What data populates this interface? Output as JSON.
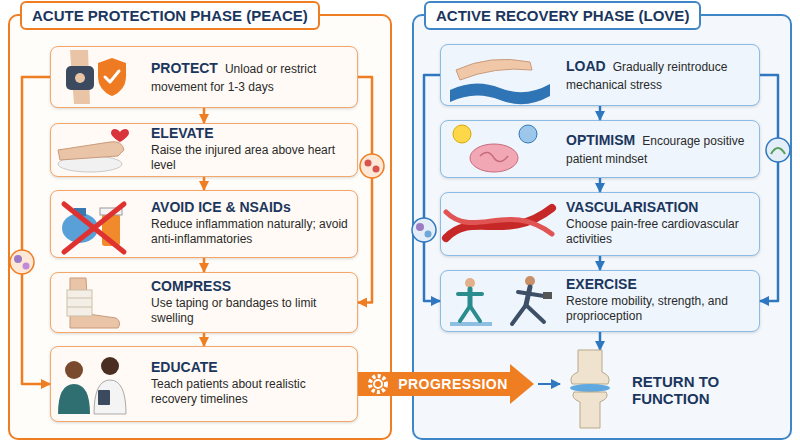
{
  "diagram": {
    "nodes": [
      {
        "text": [
          "ACUTE PROTECTION PHASE (PEACE)"
        ]
      },
      {
        "text": [
          "PROTECT",
          "Unload or restrict movement for 1-3 days"
        ],
        "in": 0
      },
      {
        "text": [
          "ELEVATE",
          "Raise the injured area above heart level"
        ],
        "in": 0
      },
      {
        "text": [
          "AVOID ICE & NSAIDs",
          "Reduce inflammation naturally; avoid anti-inflammatories"
        ],
        "in": 0
      },
      {
        "text": [
          "COMPRESS",
          "Use taping or bandages to limit swelling"
        ],
        "in": 0
      },
      {
        "text": [
          "EDUCATE",
          "Teach patients about realistic recovery timelines"
        ],
        "in": 0
      },
      {
        "text": [
          "ACTIVE RECOVERY PHASE (LOVE)"
        ]
      },
      {
        "text": [
          "LOAD",
          "Gradually reintroduce mechanical stress"
        ],
        "in": 6
      },
      {
        "text": [
          "OPTIMISM",
          "Encourage positive patient mindset"
        ],
        "in": 6
      },
      {
        "text": [
          "VASCULARISATION",
          "Choose pain-free cardiovascular activities"
        ],
        "in": 6
      },
      {
        "text": [
          "EXERCISE",
          "Restore mobility, strength, and proprioception"
        ],
        "in": 6
      },
      {
        "text": [
          "RETURN TO FUNCTION"
        ],
        "in": 6
      }
    ],
    "edges": [
      {
        "from": 1,
        "to": 2,
        "arrow": "to"
      },
      {
        "from": 2,
        "to": 3,
        "arrow": "to"
      },
      {
        "from": 3,
        "to": 4,
        "arrow": "to"
      },
      {
        "from": 4,
        "to": 5,
        "arrow": "to"
      },
      {
        "from": 1,
        "to": 5,
        "arrow": "to"
      },
      {
        "from": 1,
        "to": 4,
        "arrow": "to"
      },
      {
        "from": 5,
        "to": 11,
        "label": "PROGRESSION",
        "arrow": "to"
      },
      {
        "from": 7,
        "to": 8,
        "arrow": "to"
      },
      {
        "from": 8,
        "to": 9,
        "arrow": "to"
      },
      {
        "from": 9,
        "to": 10,
        "arrow": "to"
      },
      {
        "from": 10,
        "to": 11,
        "arrow": "to"
      },
      {
        "from": 7,
        "to": 10,
        "arrow": "to"
      },
      {
        "from": 7,
        "to": 10,
        "arrow": "to"
      }
    ]
  }
}
